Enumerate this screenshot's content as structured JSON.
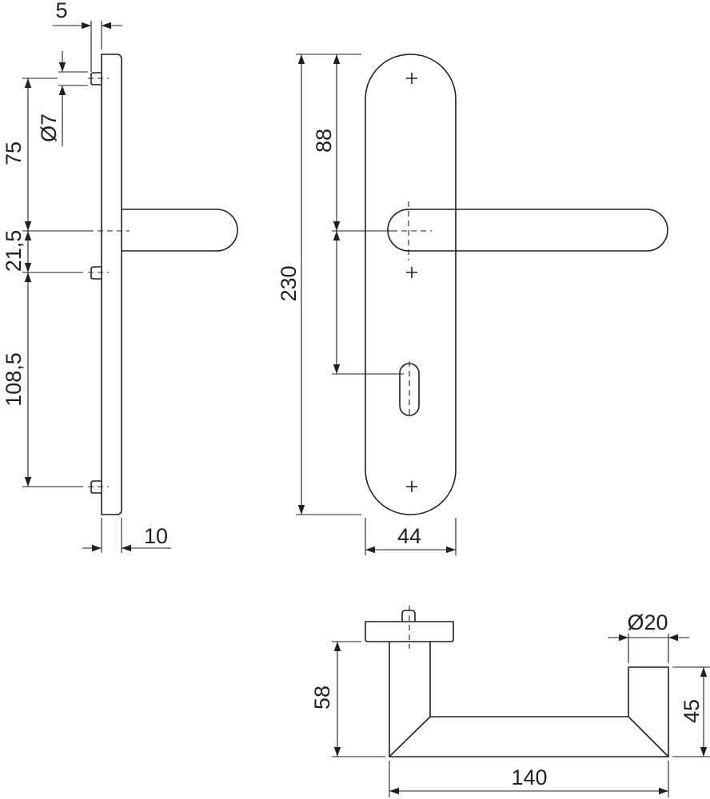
{
  "drawing": {
    "title": "Lever handle on long plate - dimension drawing",
    "side_view": {
      "dim_pin_offset": "5",
      "dim_pin_diameter": "Ø7",
      "dim_top_screw_to_spindle": "75",
      "dim_spindle_to_mid_screw": "21,5",
      "dim_mid_to_bottom_screw": "108,5",
      "dim_plate_thickness": "10"
    },
    "front_view": {
      "dim_plate_height": "230",
      "dim_top_to_spindle": "88",
      "dim_plate_width": "44"
    },
    "plan_view": {
      "dim_lever_diameter": "Ø20",
      "dim_projection": "58",
      "dim_lever_height": "45",
      "dim_lever_length": "140"
    }
  }
}
